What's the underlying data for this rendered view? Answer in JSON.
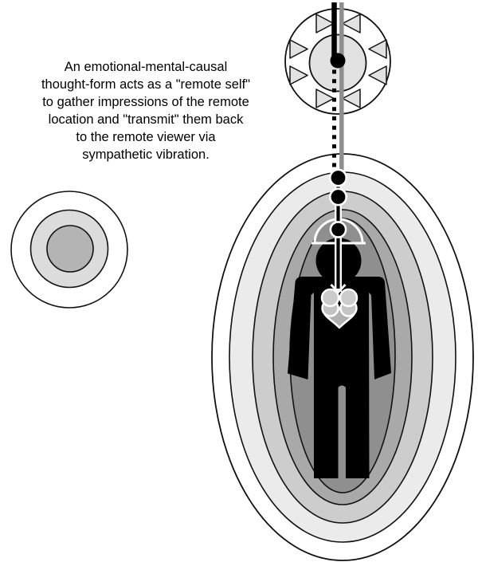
{
  "caption": {
    "text": "An emotional-mental-causal\nthought-form acts as a \"remote self\"\nto gather impressions of the remote\nlocation and \"transmit\" them back\nto the remote viewer via\nsympathetic vibration."
  },
  "colors": {
    "background": "#ffffff",
    "outline": "#111111",
    "white_outline": "#ffffff"
  },
  "sun": {
    "outer_fill": "#ffffff",
    "inner_fill": "#e2e2e2",
    "ray_fill": "#e2e2e2",
    "core_fill": "#000000"
  },
  "aura": {
    "layers": [
      {
        "name": "outermost",
        "color": "#ffffff"
      },
      {
        "name": "second",
        "color": "#ebebeb"
      },
      {
        "name": "third",
        "color": "#cdcdcd"
      },
      {
        "name": "fourth",
        "color": "#a9a9a9"
      },
      {
        "name": "innermost",
        "color": "#8f8f8f"
      }
    ]
  },
  "rings": {
    "layers": [
      {
        "name": "outer",
        "color": "#ffffff"
      },
      {
        "name": "middle",
        "color": "#dcdcdc"
      },
      {
        "name": "inner",
        "color": "#b4b4b4"
      }
    ]
  },
  "lines": {
    "solid_color": "#000000",
    "gray_color": "#8e8e8e",
    "dotted_color": "#000000"
  },
  "figure": {
    "silhouette_color": "#000000",
    "dome_fill": "#8f8f8f",
    "chakra_fill": "#000000",
    "heart_top": "#cbcbcb",
    "heart_mid": "#c3c3c3",
    "heart_bottom": "#b0b0b0"
  }
}
